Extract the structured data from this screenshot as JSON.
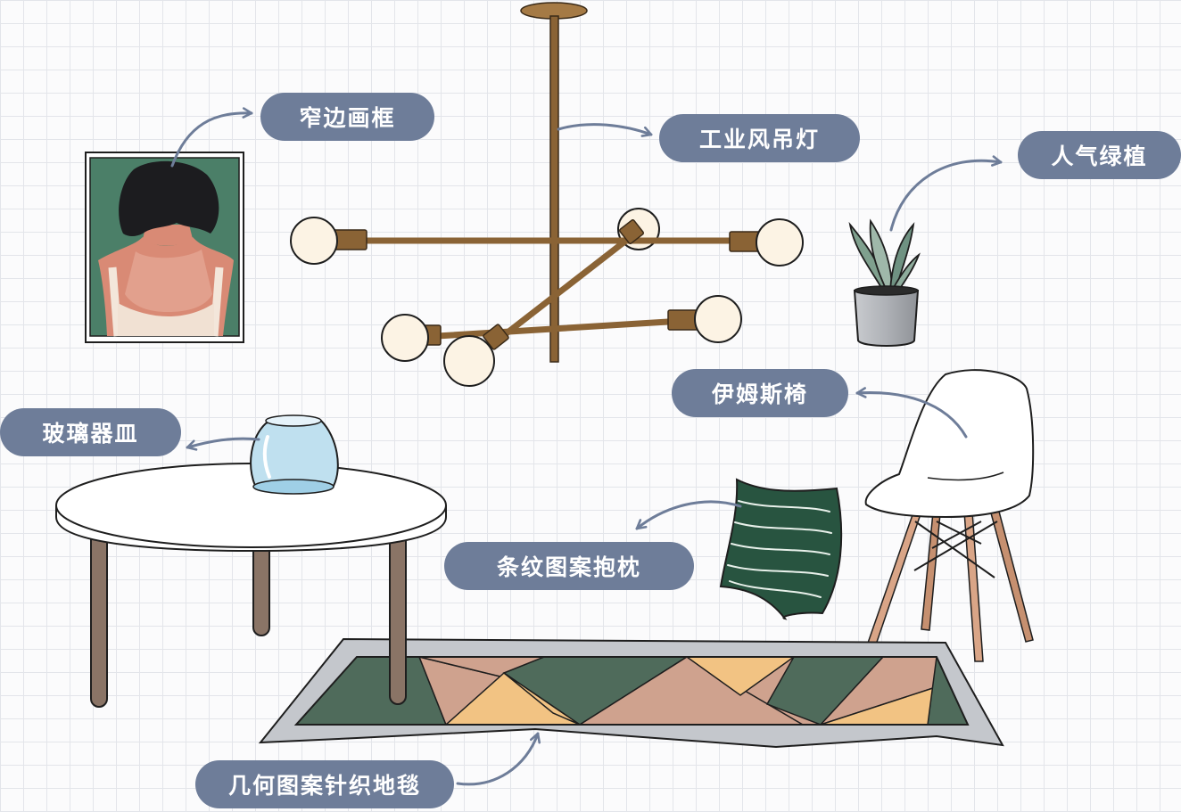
{
  "labels": {
    "frame": "窄边画框",
    "lamp": "工业风吊灯",
    "plant": "人气绿植",
    "chair": "伊姆斯椅",
    "glass": "玻璃器皿",
    "pillow": "条纹图案抱枕",
    "rug": "几何图案针织地毯"
  },
  "colors": {
    "label_bg": "#6e7d99",
    "arrow": "#6e7d99",
    "brass": "#8a6335",
    "rug_green": "#4f6b5b",
    "rug_pink": "#cfa28e",
    "rug_yellow": "#f2c383",
    "pillow_green": "#285440",
    "table_leg": "#8a7466",
    "chair_leg": "#d9a587"
  }
}
